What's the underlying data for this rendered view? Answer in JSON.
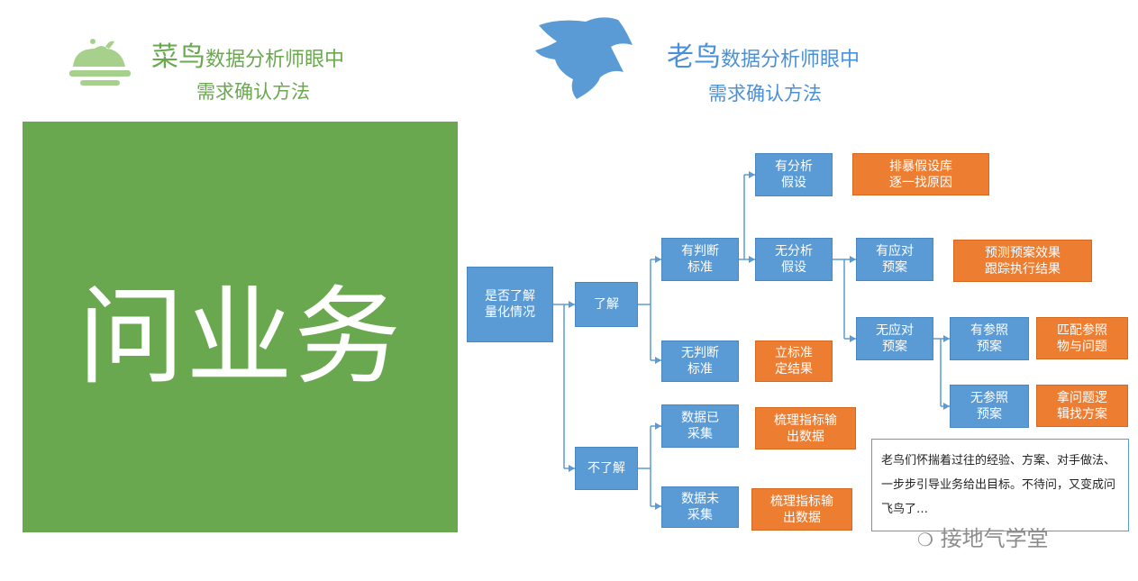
{
  "header": {
    "left": {
      "title_big": "菜鸟",
      "title_rest": "数据分析师眼中",
      "subtitle": "需求确认方法"
    },
    "right": {
      "title_big": "老鸟",
      "title_rest": "数据分析师眼中",
      "subtitle": "需求确认方法"
    }
  },
  "main_label": "问业务",
  "nodes": {
    "root": "是否了解\n量化情况",
    "know": "了解",
    "unknown": "不了解",
    "has_criteria": "有判断\n标准",
    "no_criteria": "无判断\n标准",
    "has_hypothesis": "有分析\n假设",
    "no_hypothesis": "无分析\n假设",
    "has_plan": "有应对\n预案",
    "no_plan": "无应对\n预案",
    "has_ref": "有参照\n预案",
    "no_ref": "无参照\n预案",
    "collected": "数据已\n采集",
    "not_collected": "数据未\n采集",
    "out_hypothesis": "排暴假设库\n逐一找原因",
    "out_plan": "预测预案效果\n跟踪执行结果",
    "out_set_criteria": "立标准\n定结果",
    "out_match": "匹配参照\n物与问题",
    "out_find_plan": "拿问题逻\n辑找方案",
    "out_sort_1": "梳理指标输\n出数据",
    "out_sort_2": "梳理指标输\n出数据"
  },
  "note": "老鸟们怀揣着过往的经验、方案、对手做法、一步步引导业务给出目标。不待问，又变成问飞鸟了…",
  "watermark": "接地气学堂",
  "colors": {
    "green": "#6aa84f",
    "blue": "#5b9bd5",
    "orange": "#ed7d31",
    "title_blue": "#4a90d9"
  }
}
